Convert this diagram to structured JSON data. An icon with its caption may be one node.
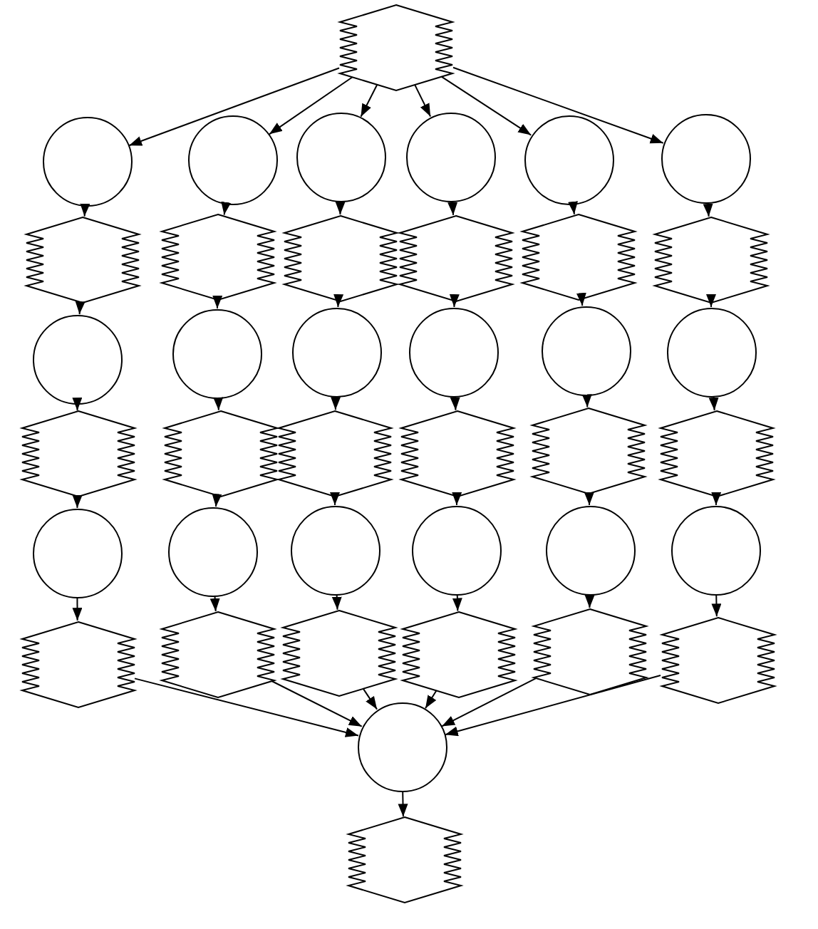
{
  "diagram": {
    "nodes": [
      {
        "text": [],
        "shape": "hexagon"
      },
      {
        "text": [],
        "shape": "circle"
      },
      {
        "text": [],
        "shape": "circle"
      },
      {
        "text": [],
        "shape": "circle"
      },
      {
        "text": [],
        "shape": "circle"
      },
      {
        "text": [],
        "shape": "circle"
      },
      {
        "text": [],
        "shape": "circle"
      },
      {
        "text": [],
        "shape": "hexagon"
      },
      {
        "text": [],
        "shape": "hexagon"
      },
      {
        "text": [],
        "shape": "hexagon"
      },
      {
        "text": [],
        "shape": "hexagon"
      },
      {
        "text": [],
        "shape": "hexagon"
      },
      {
        "text": [],
        "shape": "hexagon"
      },
      {
        "text": [],
        "shape": "circle"
      },
      {
        "text": [],
        "shape": "circle"
      },
      {
        "text": [],
        "shape": "circle"
      },
      {
        "text": [],
        "shape": "circle"
      },
      {
        "text": [],
        "shape": "circle"
      },
      {
        "text": [],
        "shape": "circle"
      },
      {
        "text": [],
        "shape": "hexagon"
      },
      {
        "text": [],
        "shape": "hexagon"
      },
      {
        "text": [],
        "shape": "hexagon"
      },
      {
        "text": [],
        "shape": "hexagon"
      },
      {
        "text": [],
        "shape": "hexagon"
      },
      {
        "text": [],
        "shape": "hexagon"
      },
      {
        "text": [],
        "shape": "circle"
      },
      {
        "text": [],
        "shape": "circle"
      },
      {
        "text": [],
        "shape": "circle"
      },
      {
        "text": [],
        "shape": "circle"
      },
      {
        "text": [],
        "shape": "circle"
      },
      {
        "text": [],
        "shape": "circle"
      },
      {
        "text": [],
        "shape": "hexagon"
      },
      {
        "text": [],
        "shape": "hexagon"
      },
      {
        "text": [],
        "shape": "hexagon"
      },
      {
        "text": [],
        "shape": "hexagon"
      },
      {
        "text": [],
        "shape": "hexagon"
      },
      {
        "text": [],
        "shape": "hexagon"
      },
      {
        "text": [],
        "shape": "circle"
      },
      {
        "text": [],
        "shape": "hexagon"
      }
    ],
    "edges": [
      {
        "from": 0,
        "to": 1,
        "arrow": "to"
      },
      {
        "from": 0,
        "to": 2,
        "arrow": "to"
      },
      {
        "from": 0,
        "to": 3,
        "arrow": "to"
      },
      {
        "from": 0,
        "to": 4,
        "arrow": "to"
      },
      {
        "from": 0,
        "to": 5,
        "arrow": "to"
      },
      {
        "from": 0,
        "to": 6,
        "arrow": "to"
      },
      {
        "from": 1,
        "to": 7,
        "arrow": "to"
      },
      {
        "from": 2,
        "to": 8,
        "arrow": "to"
      },
      {
        "from": 3,
        "to": 9,
        "arrow": "to"
      },
      {
        "from": 4,
        "to": 10,
        "arrow": "to"
      },
      {
        "from": 5,
        "to": 11,
        "arrow": "to"
      },
      {
        "from": 6,
        "to": 12,
        "arrow": "to"
      },
      {
        "from": 7,
        "to": 13,
        "arrow": "to"
      },
      {
        "from": 8,
        "to": 14,
        "arrow": "to"
      },
      {
        "from": 9,
        "to": 15,
        "arrow": "to"
      },
      {
        "from": 10,
        "to": 16,
        "arrow": "to"
      },
      {
        "from": 11,
        "to": 17,
        "arrow": "to"
      },
      {
        "from": 12,
        "to": 18,
        "arrow": "to"
      },
      {
        "from": 13,
        "to": 19,
        "arrow": "to"
      },
      {
        "from": 14,
        "to": 20,
        "arrow": "to"
      },
      {
        "from": 15,
        "to": 21,
        "arrow": "to"
      },
      {
        "from": 16,
        "to": 22,
        "arrow": "to"
      },
      {
        "from": 17,
        "to": 23,
        "arrow": "to"
      },
      {
        "from": 18,
        "to": 24,
        "arrow": "to"
      },
      {
        "from": 19,
        "to": 25,
        "arrow": "to"
      },
      {
        "from": 20,
        "to": 26,
        "arrow": "to"
      },
      {
        "from": 21,
        "to": 27,
        "arrow": "to"
      },
      {
        "from": 22,
        "to": 28,
        "arrow": "to"
      },
      {
        "from": 23,
        "to": 29,
        "arrow": "to"
      },
      {
        "from": 24,
        "to": 30,
        "arrow": "to"
      },
      {
        "from": 25,
        "to": 31,
        "arrow": "to"
      },
      {
        "from": 26,
        "to": 32,
        "arrow": "to"
      },
      {
        "from": 27,
        "to": 33,
        "arrow": "to"
      },
      {
        "from": 28,
        "to": 34,
        "arrow": "to"
      },
      {
        "from": 29,
        "to": 35,
        "arrow": "to"
      },
      {
        "from": 30,
        "to": 36,
        "arrow": "to"
      },
      {
        "from": 31,
        "to": 37,
        "arrow": "to"
      },
      {
        "from": 32,
        "to": 37,
        "arrow": "to"
      },
      {
        "from": 33,
        "to": 37,
        "arrow": "to"
      },
      {
        "from": 34,
        "to": 37,
        "arrow": "to"
      },
      {
        "from": 35,
        "to": 37,
        "arrow": "to"
      },
      {
        "from": 36,
        "to": 37,
        "arrow": "to"
      },
      {
        "from": 37,
        "to": 38,
        "arrow": "to"
      }
    ]
  }
}
